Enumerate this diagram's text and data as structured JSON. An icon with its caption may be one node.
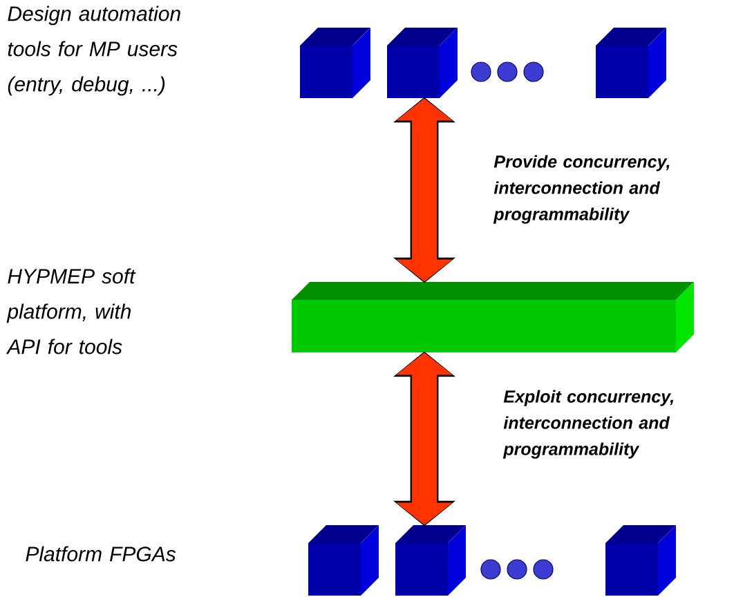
{
  "diagram": {
    "nodes": [
      {
        "text": [],
        "shape": "cube"
      },
      {
        "text": [],
        "shape": "bar"
      },
      {
        "text": [],
        "shape": "cube"
      }
    ],
    "edges": [
      {
        "from": 0,
        "to": 1,
        "arrow": "both",
        "label": "Provide concurrency, interconnection and programmability"
      },
      {
        "from": 1,
        "to": 2,
        "arrow": "both",
        "label": "Exploit concurrency, interconnection and programmability"
      }
    ],
    "labels": [
      "Design automation tools for MP users (entry, debug, ...)",
      "HYPMEP soft platform, with API for tools",
      "Platform FPGAs"
    ]
  }
}
